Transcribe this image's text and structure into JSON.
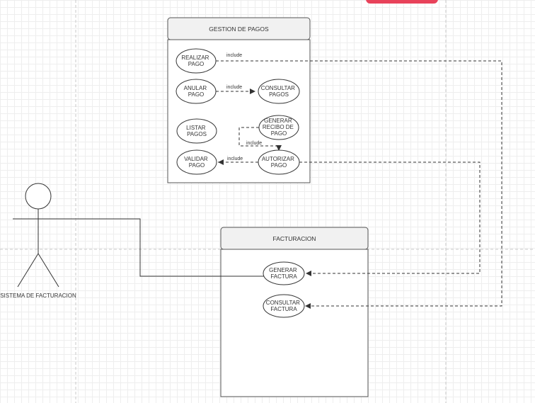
{
  "colors": {
    "accent": "#e8425a",
    "line": "#333333",
    "header_fill": "#f1f1f1",
    "grid": "#eeeeee",
    "page_break": "#c8c8c8"
  },
  "actor": {
    "label": "SISTEMA DE FACTURACION"
  },
  "packages": {
    "pagos": {
      "title": "GESTION DE PAGOS"
    },
    "facturacion": {
      "title": "FACTURACION"
    }
  },
  "use_cases": {
    "realizar_pago": {
      "lines": [
        "REALIZAR",
        "PAGO"
      ]
    },
    "anular_pago": {
      "lines": [
        "ANULAR",
        "PAGO"
      ]
    },
    "consultar_pagos": {
      "lines": [
        "CONSULTAR",
        "PAGOS"
      ]
    },
    "listar_pagos": {
      "lines": [
        "LISTAR",
        "PAGOS"
      ]
    },
    "generar_recibo": {
      "lines": [
        "GENERAR",
        "RECIBO DE",
        "PAGO"
      ]
    },
    "validar_pago": {
      "lines": [
        "VALIDAR",
        "PAGO"
      ]
    },
    "autorizar_pago": {
      "lines": [
        "AUTORIZAR",
        "PAGO"
      ]
    },
    "generar_factura": {
      "lines": [
        "GENERAR",
        "FACTURA"
      ]
    },
    "consultar_factura": {
      "lines": [
        "CONSULTAR",
        "FACTURA"
      ]
    }
  },
  "relations": {
    "realizar_include": "include",
    "anular_include": "include",
    "recibo_include": "include",
    "autorizar_include": "include"
  }
}
